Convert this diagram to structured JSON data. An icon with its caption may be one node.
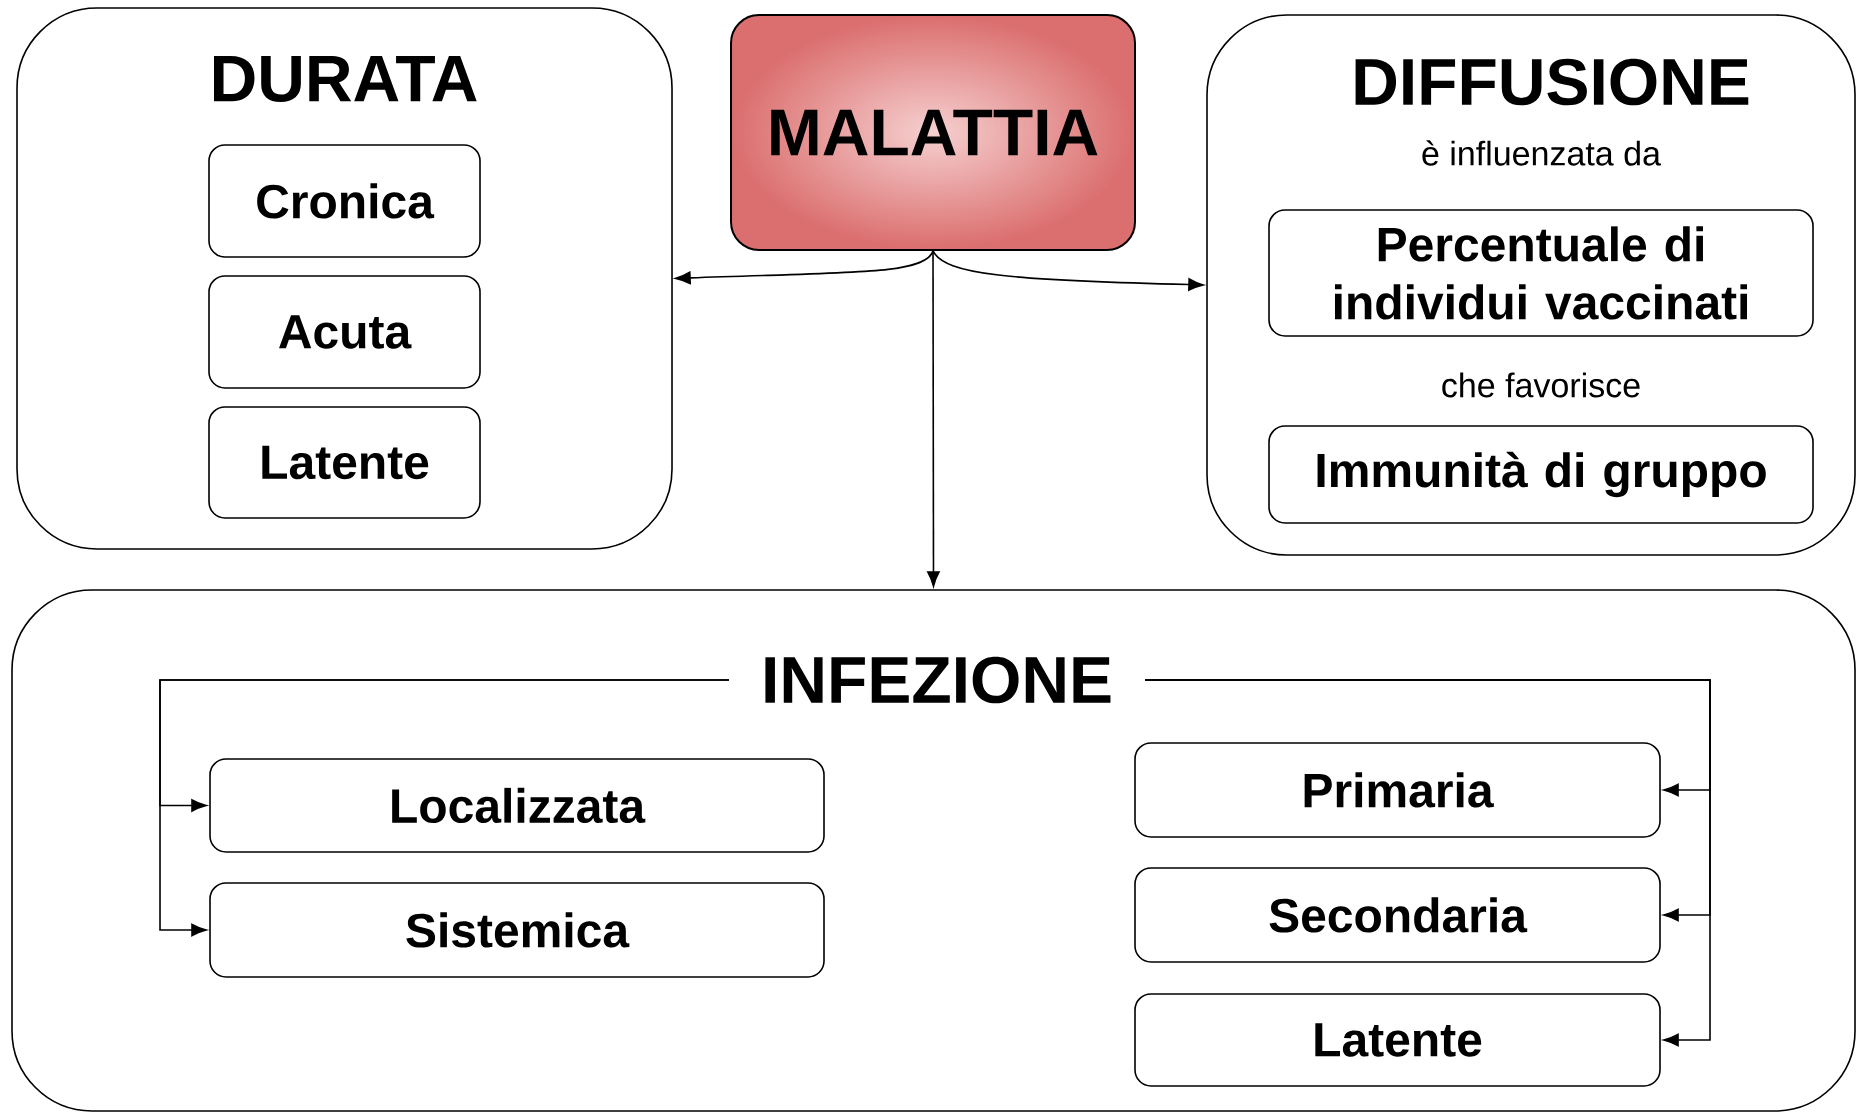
{
  "diagram": {
    "nodes": [
      {
        "text": [
          "MALATTIA"
        ]
      },
      {
        "text": [
          "DURATA"
        ]
      },
      {
        "text": [
          "Cronica"
        ],
        "in": 1
      },
      {
        "text": [
          "Acuta"
        ],
        "in": 1
      },
      {
        "text": [
          "Latente"
        ],
        "in": 1
      },
      {
        "text": [
          "DIFFUSIONE",
          "è influenzata da",
          "che favorisce"
        ]
      },
      {
        "text": [
          "Percentuale di individui vaccinati"
        ],
        "in": 5
      },
      {
        "text": [
          "Immunità di gruppo"
        ],
        "in": 5
      },
      {
        "text": [],
        "shape": "box"
      },
      {
        "text": [
          "INFEZIONE"
        ],
        "in": 8
      },
      {
        "text": [
          "Localizzata"
        ],
        "in": 8
      },
      {
        "text": [
          "Sistemica"
        ],
        "in": 8
      },
      {
        "text": [
          "Primaria"
        ],
        "in": 8
      },
      {
        "text": [
          "Secondaria"
        ],
        "in": 8
      },
      {
        "text": [
          "Latente"
        ],
        "in": 8
      }
    ],
    "edges": [
      {
        "from": 0,
        "to": 1,
        "arrow": "to"
      },
      {
        "from": 0,
        "to": 5,
        "arrow": "to"
      },
      {
        "from": 0,
        "to": 8,
        "arrow": "to"
      },
      {
        "from": 9,
        "to": 10,
        "arrow": "to"
      },
      {
        "from": 9,
        "to": 11,
        "arrow": "to"
      },
      {
        "from": 9,
        "to": 12,
        "arrow": "to"
      },
      {
        "from": 9,
        "to": 13,
        "arrow": "to"
      },
      {
        "from": 9,
        "to": 14,
        "arrow": "to"
      }
    ]
  }
}
